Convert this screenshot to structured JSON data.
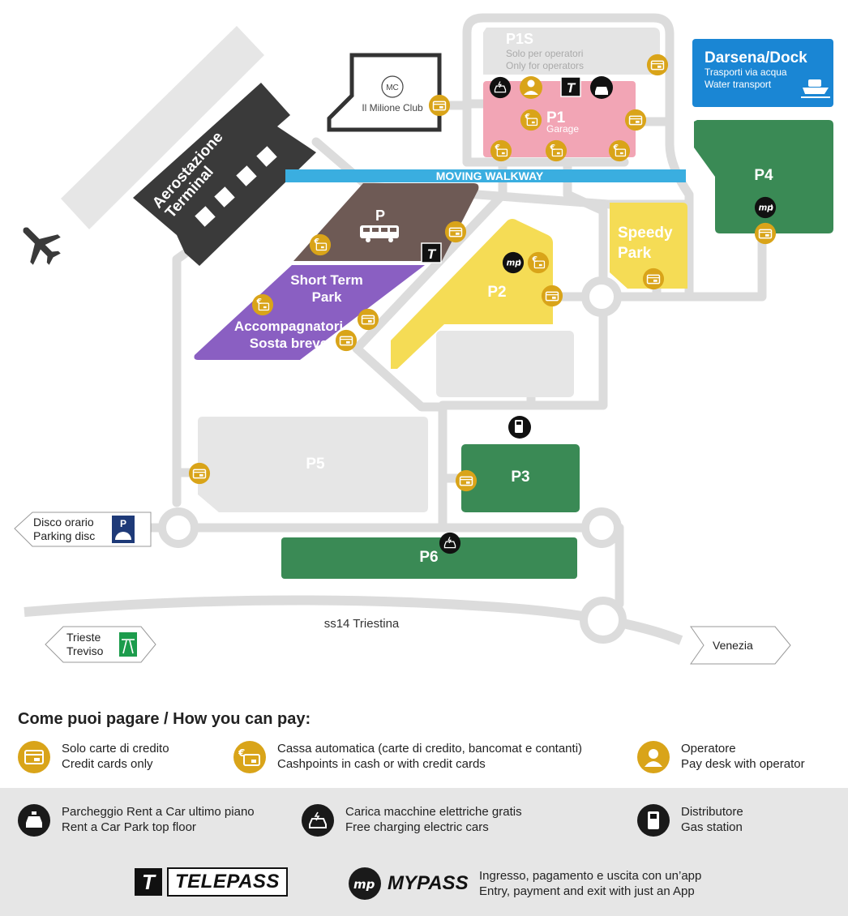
{
  "map": {
    "walkway": "MOVING WALKWAY",
    "terminal": [
      "Aerostazione",
      "Terminal"
    ],
    "club": "Il Milione Club",
    "club_logo": "MC",
    "p1s": {
      "name": "P1S",
      "line1": "Solo per operatori",
      "line2": "Only for  operators"
    },
    "p1": {
      "name": "P1",
      "sub": "Garage"
    },
    "dock": {
      "name": "Darsena/Dock",
      "line1": "Trasporti via acqua",
      "line2": "Water transport"
    },
    "p4": "P4",
    "p_bus": "P",
    "short_term": [
      "Short Term",
      "Park"
    ],
    "sosta": [
      "Accompagnatori",
      "Sosta breve"
    ],
    "p2": "P2",
    "speedy": [
      "Speedy",
      "Park"
    ],
    "p5": "P5",
    "p3": "P3",
    "p6": "P6",
    "road": "ss14 Triestina",
    "disco": [
      "Disco orario",
      "Parking disc"
    ],
    "trieste": [
      "Trieste",
      "Treviso"
    ],
    "venezia": "Venezia",
    "telepass_letter": "T",
    "mypass_letter": "mp"
  },
  "legend": {
    "title": "Come puoi pagare / How you can pay:",
    "credit": [
      "Solo carte di credito",
      "Credit cards only"
    ],
    "cash": [
      "Cassa automatica (carte di credito, bancomat e contanti)",
      "Cashpoints in cash or with credit cards"
    ],
    "operator": [
      "Operatore",
      "Pay desk with operator"
    ],
    "rentacar": [
      "Parcheggio Rent a Car ultimo piano",
      "Rent a Car Park top floor"
    ],
    "charging": [
      "Carica macchine elettriche gratis",
      "Free charging electric cars"
    ],
    "gas": [
      "Distributore",
      "Gas station"
    ],
    "telepass": "TELEPASS",
    "mypass": "MYPASS",
    "mypass_desc": [
      "Ingresso, pagamento e uscita con un’app",
      "Entry, payment and exit with just an App"
    ]
  },
  "colors": {
    "road": "#dcdcdc",
    "terminal": "#3a3a3a",
    "gold": "#d9a419",
    "pink": "#f2a5b5",
    "green": "#3a8a55",
    "yellow": "#f5dc55",
    "purple": "#8a5fc2",
    "brown": "#6e5a55",
    "blue": "#1a86d4",
    "walkway": "#3aaee0",
    "lightgray": "#e6e6e6"
  }
}
